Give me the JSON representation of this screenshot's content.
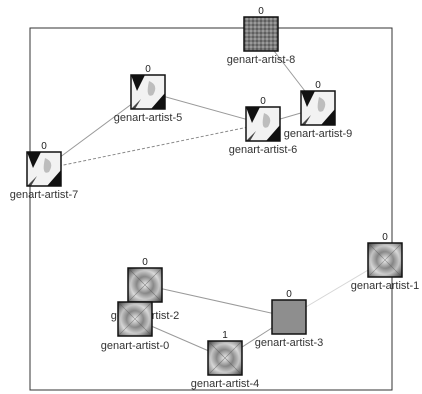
{
  "nodes": [
    {
      "id": "n8",
      "label": "genart-artist-8",
      "count": "0",
      "pattern": "noise"
    },
    {
      "id": "n5",
      "label": "genart-artist-5",
      "count": "0",
      "pattern": "blot"
    },
    {
      "id": "n9",
      "label": "genart-artist-9",
      "count": "0",
      "pattern": "blot"
    },
    {
      "id": "n6",
      "label": "genart-artist-6",
      "count": "0",
      "pattern": "blot"
    },
    {
      "id": "n7",
      "label": "genart-artist-7",
      "count": "0",
      "pattern": "blot"
    },
    {
      "id": "n1",
      "label": "genart-artist-1",
      "count": "0",
      "pattern": "swirl"
    },
    {
      "id": "n2",
      "label": "genart-artist-2",
      "count": "0",
      "pattern": "swirl"
    },
    {
      "id": "n3",
      "label": "genart-artist-3",
      "count": "0",
      "pattern": "flat"
    },
    {
      "id": "n0",
      "label": "genart-artist-0",
      "count": "",
      "pattern": "swirl"
    },
    {
      "id": "n4",
      "label": "genart-artist-4",
      "count": "1",
      "pattern": "swirl"
    }
  ],
  "edges": [
    {
      "from": "n8",
      "to": "n9",
      "style": "solid"
    },
    {
      "from": "n5",
      "to": "n6",
      "style": "solid"
    },
    {
      "from": "n9",
      "to": "n6",
      "style": "solid"
    },
    {
      "from": "n7",
      "to": "n5",
      "style": "solid"
    },
    {
      "from": "n7",
      "to": "n6",
      "style": "dashed"
    },
    {
      "from": "n2",
      "to": "n3",
      "style": "solid"
    },
    {
      "from": "n3",
      "to": "n1",
      "style": "faint"
    },
    {
      "from": "n0",
      "to": "n4",
      "style": "solid"
    },
    {
      "from": "n4",
      "to": "n3",
      "style": "solid"
    }
  ]
}
